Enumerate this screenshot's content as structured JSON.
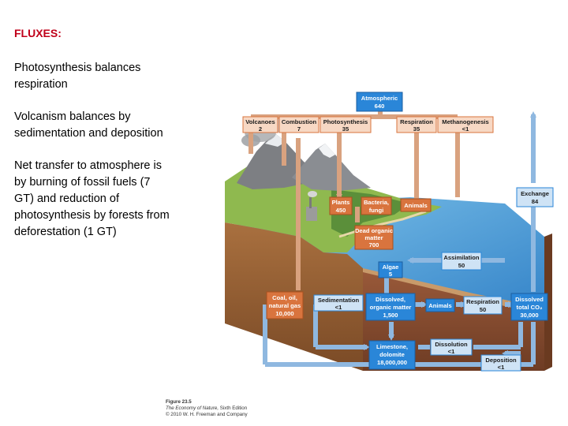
{
  "text": {
    "heading": "FLUXES:",
    "paragraphs": [
      "Photosynthesis balances respiration",
      "Volcanism balances by sedimentation and deposition",
      "Net transfer to atmosphere is by burning of fossil fuels (7 GT) and reduction of photosynthesis by forests from deforestation (1 GT)"
    ]
  },
  "diagram": {
    "atmospheric": {
      "name": "Atmospheric",
      "value": "640"
    },
    "volcanoes": {
      "name": "Volcanoes",
      "value": "2"
    },
    "combustion": {
      "name": "Combustion",
      "value": "7"
    },
    "photosynthesis": {
      "name": "Photosynthesis",
      "value": "35"
    },
    "respiration_top": {
      "name": "Respiration",
      "value": "35"
    },
    "methanogenesis": {
      "name": "Methanogenesis",
      "value": "<1"
    },
    "exchange": {
      "name": "Exchange",
      "value": "84"
    },
    "plants": {
      "name": "Plants",
      "value": "450"
    },
    "bacteria": {
      "line1": "Bacteria,",
      "line2": "fungi"
    },
    "animals_land": {
      "name": "Animals"
    },
    "dead_organic": {
      "line1": "Dead organic",
      "line2": "matter",
      "value": "700"
    },
    "assimilation": {
      "name": "Assimilation",
      "value": "50"
    },
    "algae": {
      "name": "Algae",
      "value": "5"
    },
    "fossil": {
      "line1": "Coal, oil,",
      "line2": "natural gas",
      "value": "10,000"
    },
    "sedimentation": {
      "name": "Sedimentation",
      "value": "<1"
    },
    "dissolved_organic": {
      "line1": "Dissolved,",
      "line2": "organic matter",
      "value": "1,500"
    },
    "animals_sea": {
      "name": "Animals"
    },
    "respiration_sea": {
      "name": "Respiration",
      "value": "50"
    },
    "dissolved_co2": {
      "line1": "Dissolved",
      "line2": "total CO₂",
      "value": "30,000"
    },
    "limestone": {
      "line1": "Limestone,",
      "line2": "dolomite",
      "value": "18,000,000"
    },
    "dissolution": {
      "name": "Dissolution",
      "value": "<1"
    },
    "deposition": {
      "name": "Deposition",
      "value": "<1"
    }
  },
  "caption": {
    "figure": "Figure 23.5",
    "book": "The Economy of Nature,",
    "edition": " Sixth Edition",
    "copyright": "© 2010 W. H. Freeman and Company"
  },
  "colors": {
    "heading": "#c0001a",
    "land_arrow": "#d9a27f",
    "ocean_arrow": "#8fb8e0",
    "box_blue": "#2a86d8",
    "box_orange": "#d9743e"
  }
}
